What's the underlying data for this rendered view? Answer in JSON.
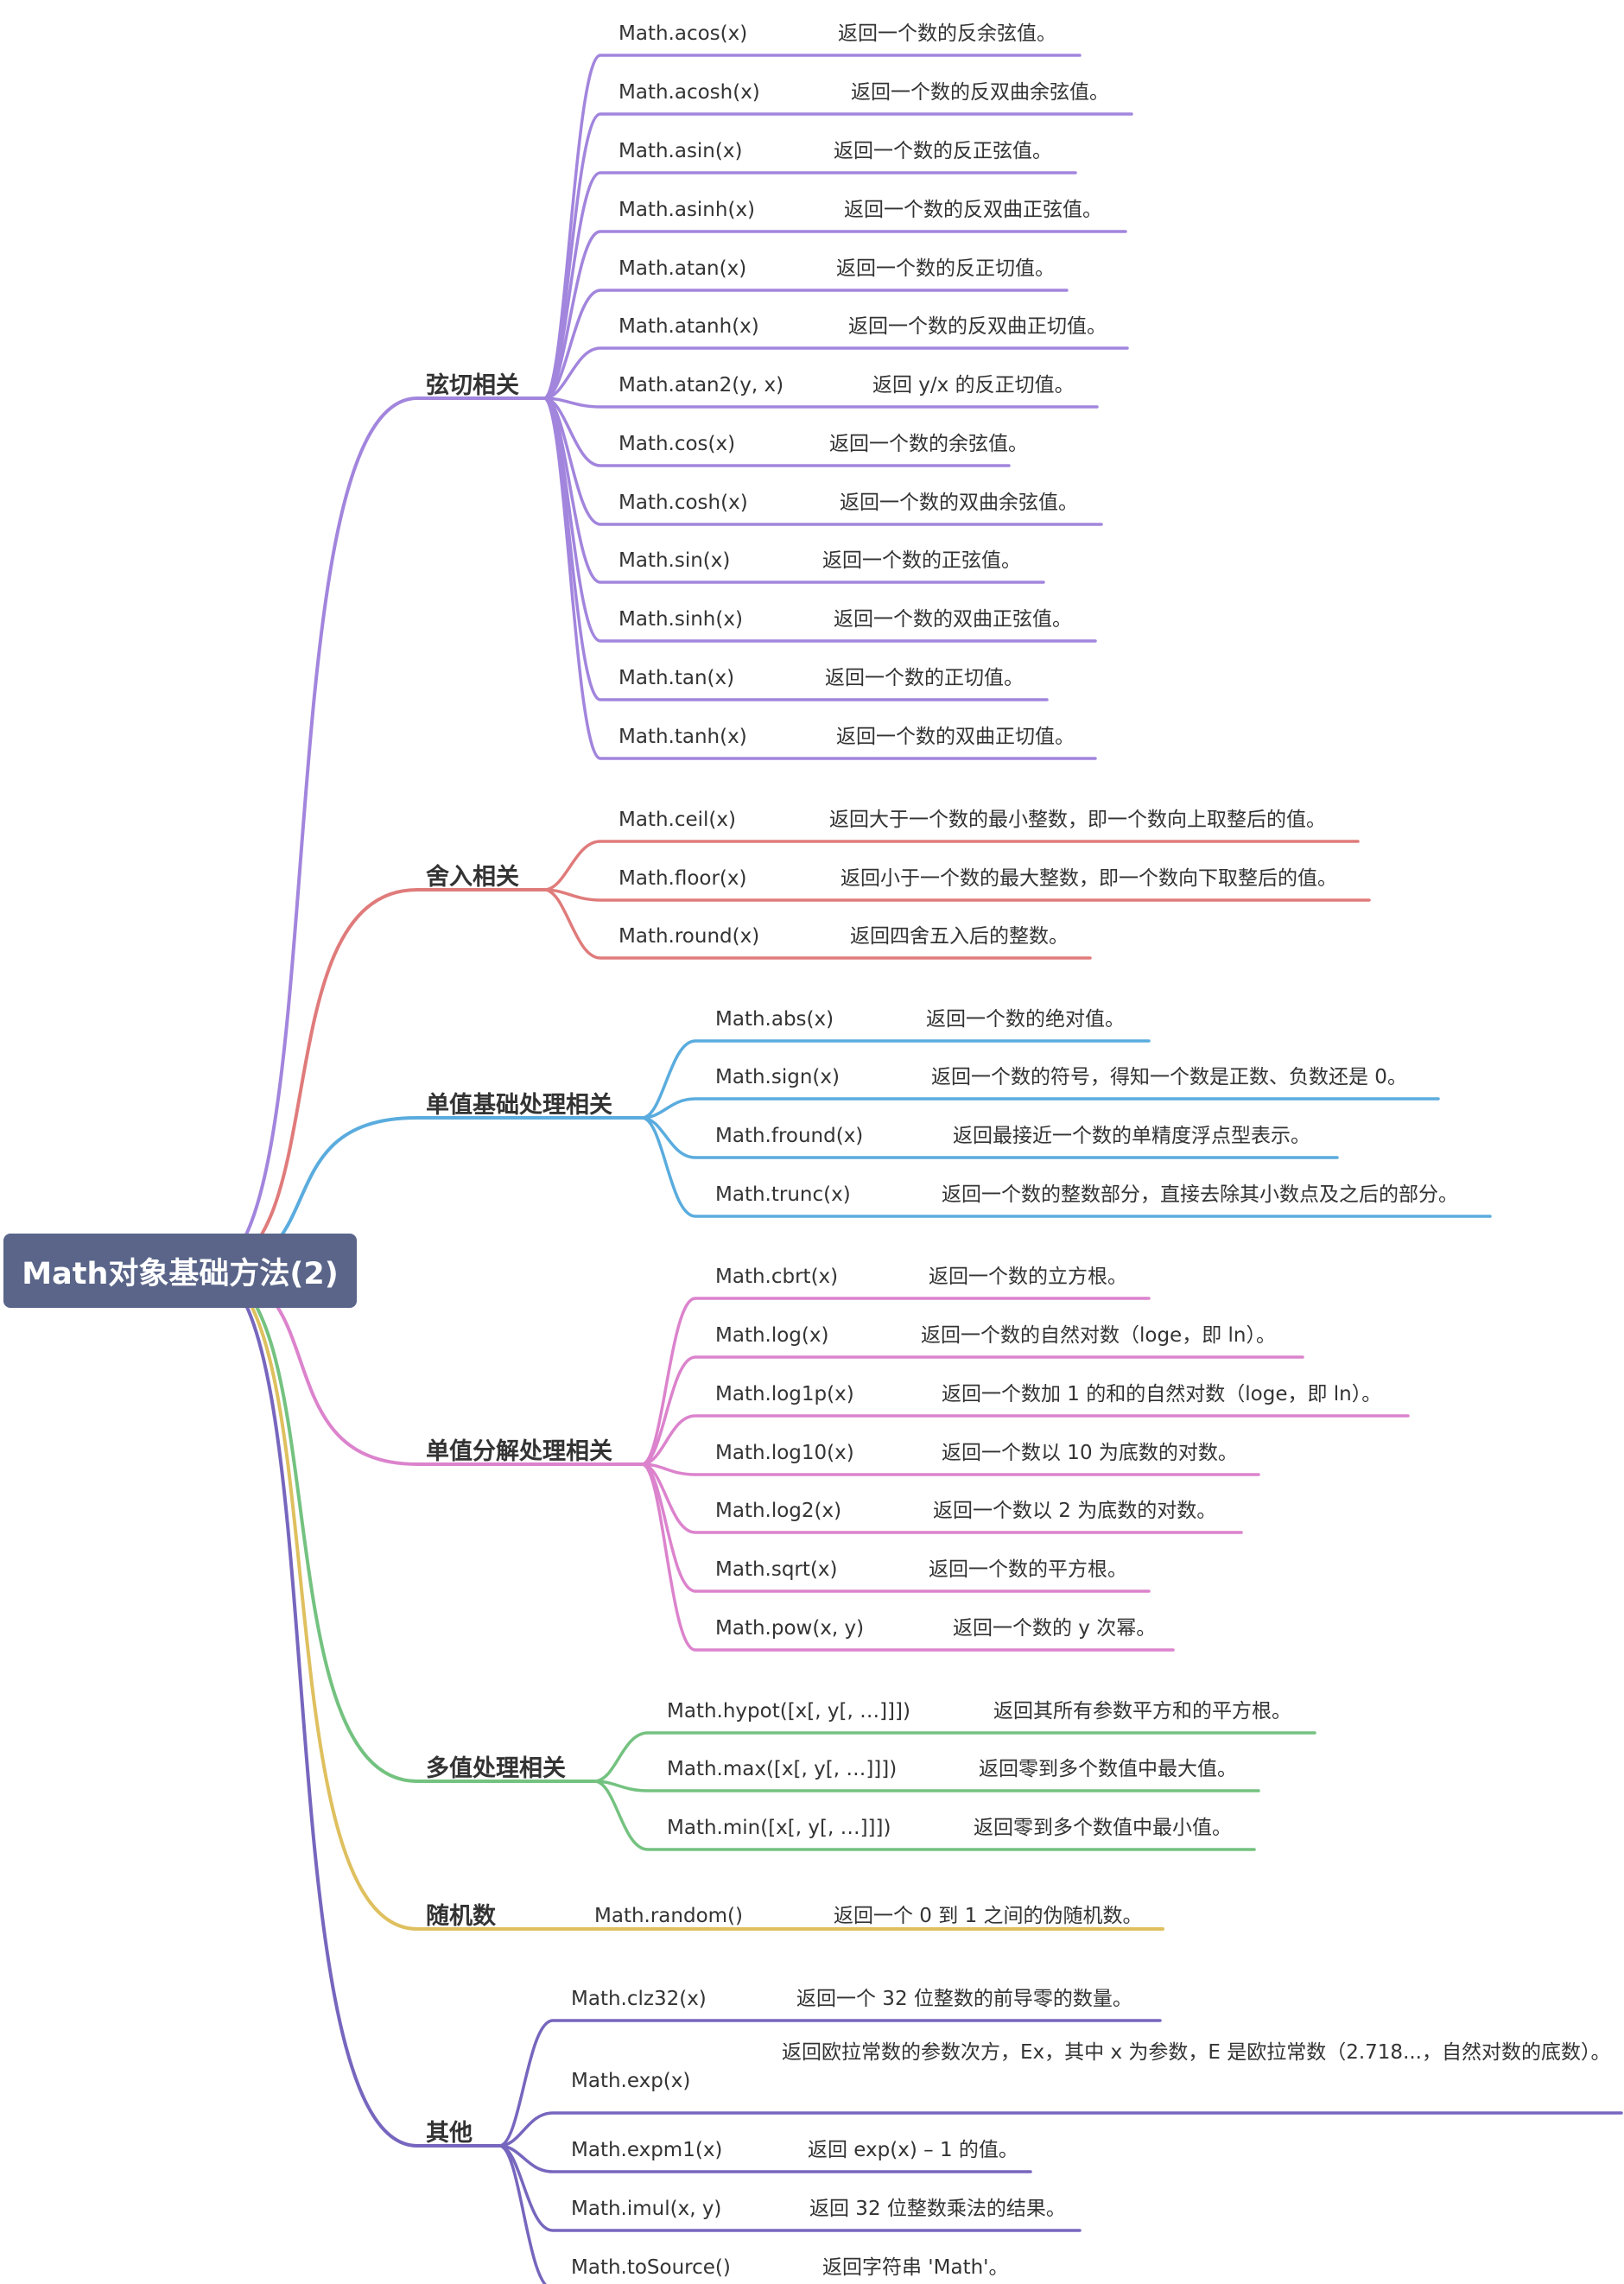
{
  "root": {
    "label": "Math对象基础方法(2)"
  },
  "groups": [
    {
      "label": "弦切相关",
      "color": "#a285dd",
      "items": [
        {
          "method": "Math.acos(x)",
          "desc": "返回一个数的反余弦值。"
        },
        {
          "method": "Math.acosh(x)",
          "desc": "返回一个数的反双曲余弦值。"
        },
        {
          "method": "Math.asin(x)",
          "desc": "返回一个数的反正弦值。"
        },
        {
          "method": "Math.asinh(x)",
          "desc": "返回一个数的反双曲正弦值。"
        },
        {
          "method": "Math.atan(x)",
          "desc": "返回一个数的反正切值。"
        },
        {
          "method": "Math.atanh(x)",
          "desc": "返回一个数的反双曲正切值。"
        },
        {
          "method": "Math.atan2(y, x)",
          "desc": "返回 y/x 的反正切值。"
        },
        {
          "method": "Math.cos(x)",
          "desc": "返回一个数的余弦值。"
        },
        {
          "method": "Math.cosh(x)",
          "desc": "返回一个数的双曲余弦值。"
        },
        {
          "method": "Math.sin(x)",
          "desc": "返回一个数的正弦值。"
        },
        {
          "method": "Math.sinh(x)",
          "desc": "返回一个数的双曲正弦值。"
        },
        {
          "method": "Math.tan(x)",
          "desc": "返回一个数的正切值。"
        },
        {
          "method": "Math.tanh(x)",
          "desc": "返回一个数的双曲正切值。"
        }
      ]
    },
    {
      "label": "舍入相关",
      "color": "#e07b7b",
      "items": [
        {
          "method": "Math.ceil(x)",
          "desc": "返回大于一个数的最小整数，即一个数向上取整后的值。"
        },
        {
          "method": "Math.floor(x)",
          "desc": "返回小于一个数的最大整数，即一个数向下取整后的值。"
        },
        {
          "method": "Math.round(x)",
          "desc": "返回四舍五入后的整数。"
        }
      ]
    },
    {
      "label": "单值基础处理相关",
      "color": "#5aacde",
      "items": [
        {
          "method": "Math.abs(x)",
          "desc": "返回一个数的绝对值。"
        },
        {
          "method": "Math.sign(x)",
          "desc": "返回一个数的符号，得知一个数是正数、负数还是 0。"
        },
        {
          "method": "Math.fround(x)",
          "desc": "返回最接近一个数的单精度浮点型表示。"
        },
        {
          "method": "Math.trunc(x)",
          "desc": "返回一个数的整数部分，直接去除其小数点及之后的部分。"
        }
      ]
    },
    {
      "label": "单值分解处理相关",
      "color": "#dc83cd",
      "items": [
        {
          "method": "Math.cbrt(x)",
          "desc": "返回一个数的立方根。"
        },
        {
          "method": "Math.log(x)",
          "desc": "返回一个数的自然对数（loge，即 ln）。"
        },
        {
          "method": "Math.log1p(x)",
          "desc": "返回一个数加 1 的和的自然对数（loge，即 ln）。"
        },
        {
          "method": "Math.log10(x)",
          "desc": "返回一个数以 10 为底数的对数。"
        },
        {
          "method": "Math.log2(x)",
          "desc": "返回一个数以 2 为底数的对数。"
        },
        {
          "method": "Math.sqrt(x)",
          "desc": "返回一个数的平方根。"
        },
        {
          "method": "Math.pow(x, y)",
          "desc": "返回一个数的 y 次幂。"
        }
      ]
    },
    {
      "label": "多值处理相关",
      "color": "#74c280",
      "items": [
        {
          "method": "Math.hypot([x[, y[, …]]])",
          "desc": "返回其所有参数平方和的平方根。"
        },
        {
          "method": "Math.max([x[, y[, …]]])",
          "desc": "返回零到多个数值中最大值。"
        },
        {
          "method": "Math.min([x[, y[, …]]])",
          "desc": "返回零到多个数值中最小值。"
        }
      ]
    },
    {
      "label": "随机数",
      "color": "#dfc05f",
      "items": [
        {
          "method": "Math.random()",
          "desc": "返回一个 0 到 1 之间的伪随机数。"
        }
      ]
    },
    {
      "label": "其他",
      "color": "#7766be",
      "items": [
        {
          "method": "Math.clz32(x)",
          "desc": "返回一个 32 位整数的前导零的数量。"
        },
        {
          "method": "Math.exp(x)",
          "desc": "返回欧拉常数的参数次方，Ex，其中 x 为参数，E 是欧拉常数（2.718...，自然对数的底数）。"
        },
        {
          "method": "Math.expm1(x)",
          "desc": "返回 exp(x) – 1 的值。"
        },
        {
          "method": "Math.imul(x, y)",
          "desc": "返回 32 位整数乘法的结果。"
        },
        {
          "method": "Math.toSource()",
          "desc": "返回字符串 'Math'。"
        }
      ]
    }
  ]
}
